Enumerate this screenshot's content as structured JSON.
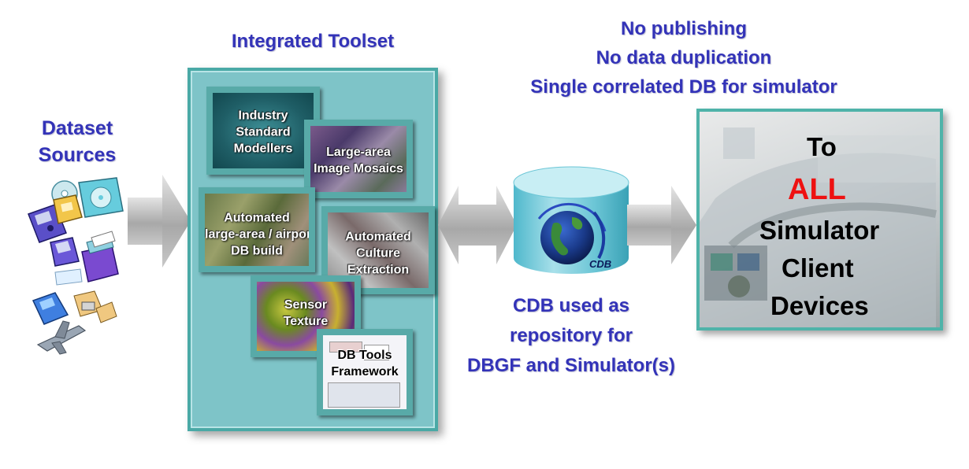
{
  "dataset_sources": {
    "line1": "Dataset",
    "line2": "Sources"
  },
  "toolset": {
    "title": "Integrated Toolset",
    "tiles": [
      {
        "line1": "Industry",
        "line2": "Standard",
        "line3": "Modellers"
      },
      {
        "line1": "Large-area",
        "line2": "Image Mosaics"
      },
      {
        "line1": "Automated",
        "line2": "large-area / airport",
        "line3": "DB build"
      },
      {
        "line1": "Automated",
        "line2": "Culture",
        "line3": "Extraction"
      },
      {
        "line1": "Sensor",
        "line2": "Texture"
      },
      {
        "line1": "DB Tools",
        "line2": "Framework"
      }
    ]
  },
  "benefits": {
    "line1": "No publishing",
    "line2": "No data duplication",
    "line3": "Single correlated DB for simulator"
  },
  "cdb": {
    "logo_text": "CDB",
    "caption_line1": "CDB used as",
    "caption_line2": "repository for",
    "caption_line3": "DBGF and Simulator(s)"
  },
  "simulator": {
    "line1": "To",
    "line2": "ALL",
    "line3": "Simulator",
    "line4": "Client",
    "line5": "Devices"
  },
  "colors": {
    "heading_blue": "#3333b8",
    "panel_teal": "#7ec4c8",
    "all_red": "#ee1111"
  }
}
